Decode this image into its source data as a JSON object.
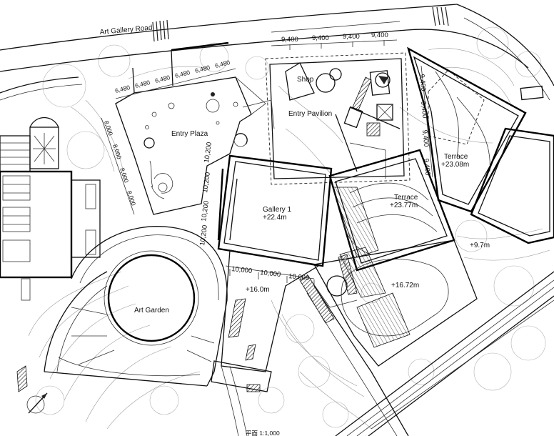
{
  "labels": {
    "road": "Art Gallery Road",
    "shop": "Shop",
    "entry_pavilion": "Entry Pavilion",
    "entry_plaza": "Entry Plaza",
    "gallery_name": "Gallery 1",
    "gallery_level": "+22.4m",
    "terrace_upper_name": "Terrace",
    "terrace_upper_level": "+23.08m",
    "terrace_mid_name": "Terrace",
    "terrace_mid_level": "+23.77m",
    "level_97": "+9.7m",
    "level_1672": "+16.72m",
    "level_160": "+16.0m",
    "art_garden": "Art Garden"
  },
  "dimensions": {
    "top_9400": "9,400",
    "top_6480": "6,480",
    "left_8000": "8,000",
    "mid_10200": "10,200",
    "low_10000": "10,000",
    "right_9400": "9,400"
  },
  "caption": "平面  1:1,000"
}
